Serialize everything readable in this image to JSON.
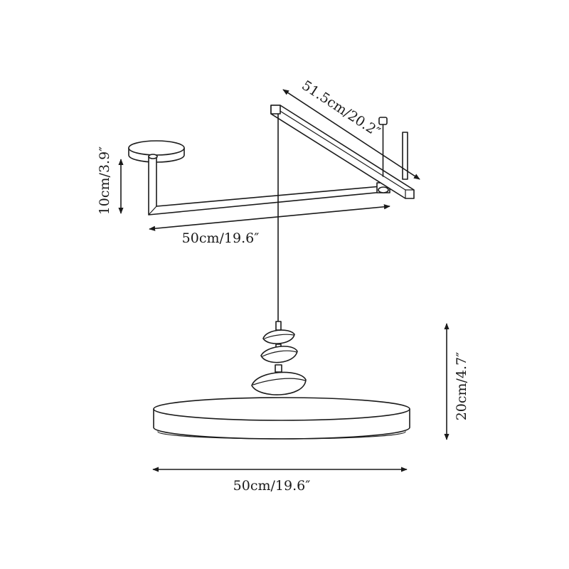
{
  "dimensions": {
    "canopy_height": "10cm/3.9″",
    "arm_length": "50cm/19.6″",
    "bar_length": "51.5cm/20.2″",
    "shade_height": "20cm/4.7″",
    "shade_diameter": "50cm/19.6″"
  },
  "colors": {
    "line": "#1a1a1a",
    "background": "#ffffff"
  }
}
